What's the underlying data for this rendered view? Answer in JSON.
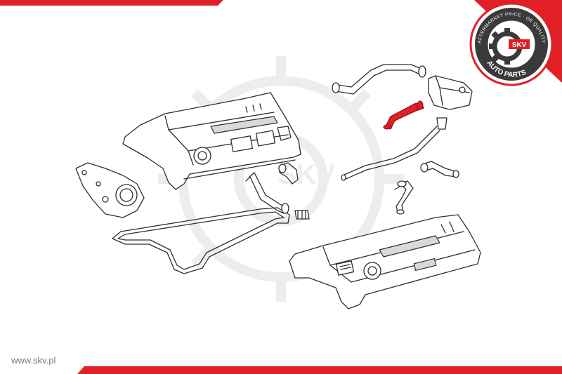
{
  "brand": {
    "website": "www.skv.pl",
    "badge_ring_text": "AFTERMARKET PRICE · OE QUALITY",
    "badge_center_text": "SKV",
    "badge_bottom_text": "AUTO PARTS",
    "watermark_text": "SKV"
  },
  "colors": {
    "accent_red": "#e01f26",
    "highlight_part": "#e01f26",
    "line_art": "#2e2e2e",
    "badge_dark": "#333333",
    "background": "#ffffff"
  },
  "icons": [
    "gear-icon"
  ]
}
